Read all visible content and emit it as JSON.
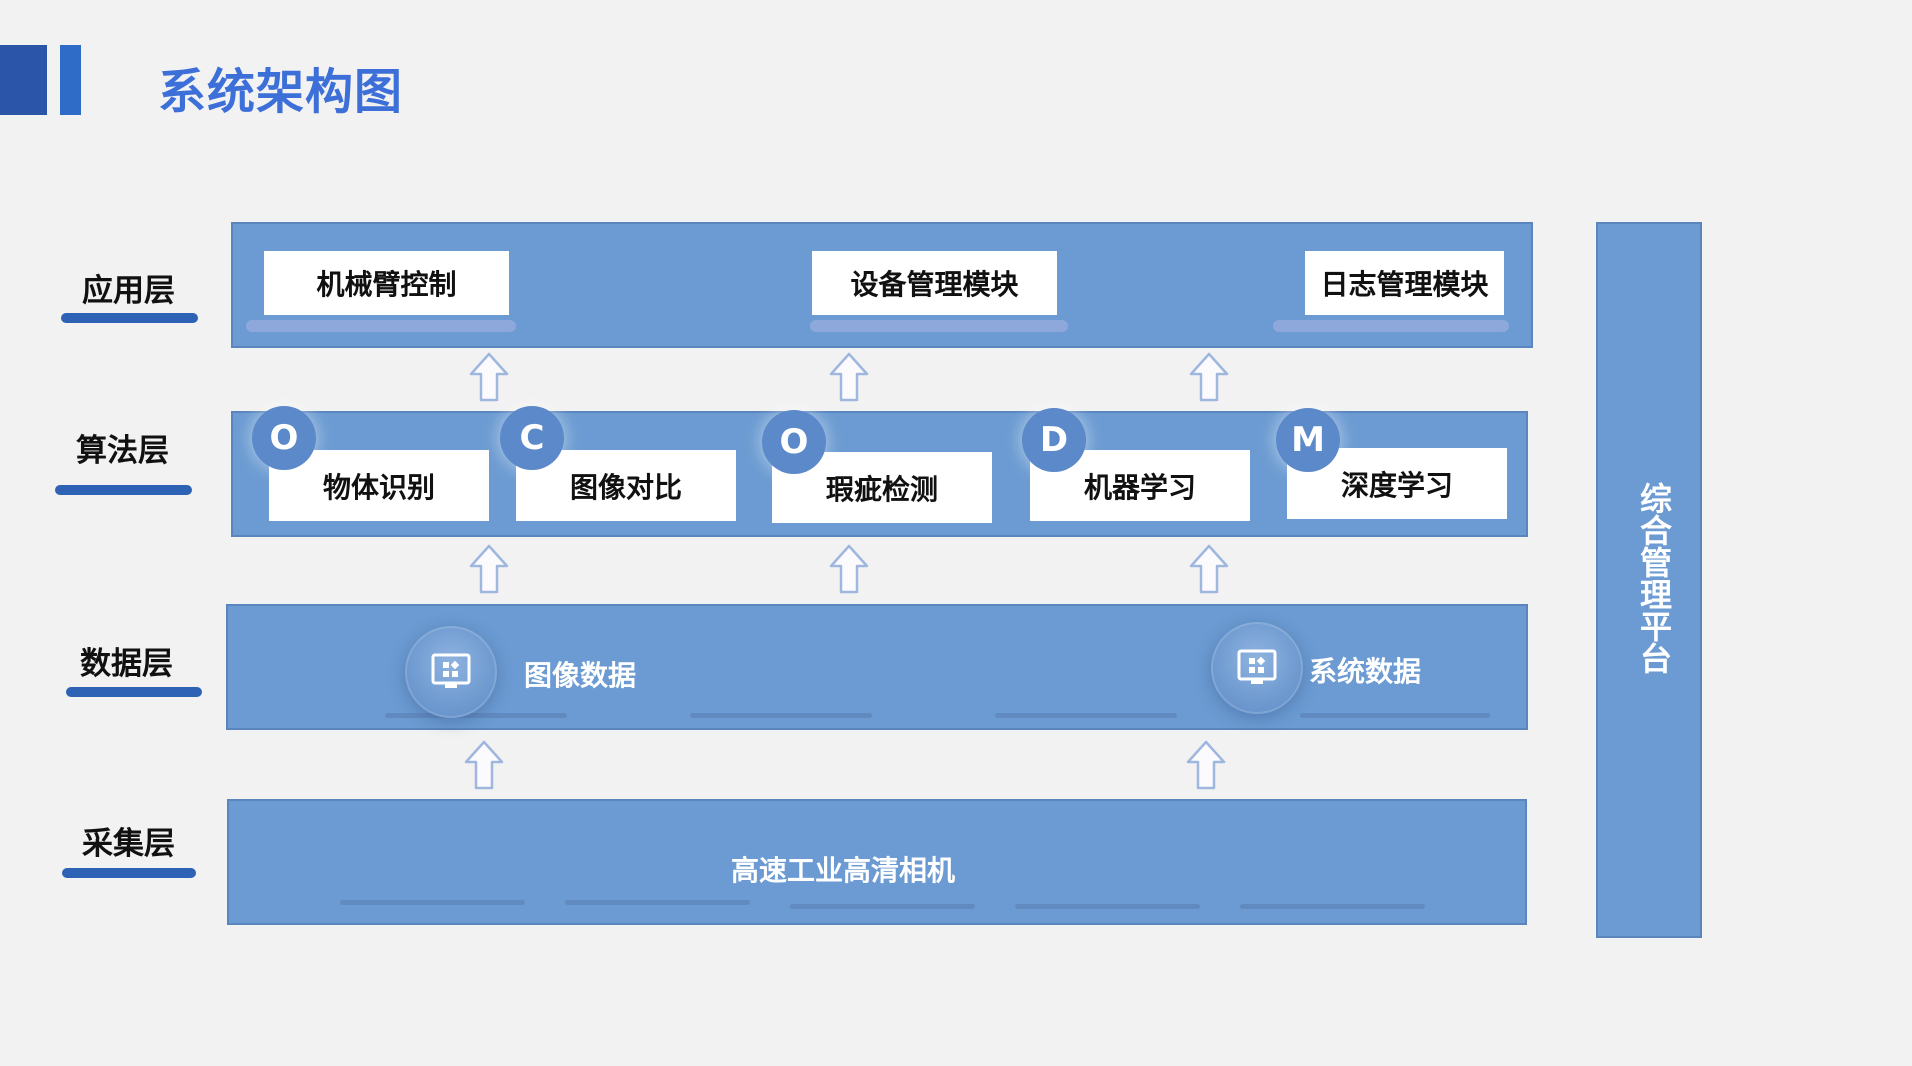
{
  "title": "系统架构图",
  "layers": {
    "app": "应用层",
    "algo": "算法层",
    "data": "数据层",
    "collect": "采集层"
  },
  "app_modules": [
    "机械臂控制",
    "设备管理模块",
    "日志管理模块"
  ],
  "algo_modules": [
    {
      "letter": "O",
      "label": "物体识别"
    },
    {
      "letter": "C",
      "label": "图像对比"
    },
    {
      "letter": "O",
      "label": "瑕疵检测"
    },
    {
      "letter": "D",
      "label": "机器学习"
    },
    {
      "letter": "M",
      "label": "深度学习"
    }
  ],
  "data_items": [
    {
      "label": "图像数据",
      "icon": "monitor-icon"
    },
    {
      "label": "系统数据",
      "icon": "monitor-icon"
    }
  ],
  "collect_label": "高速工业高清相机",
  "side_panel": "综合管理平台",
  "colors": {
    "panel": "#6b9bd2",
    "accent": "#2d62b5",
    "title": "#3d6fd8"
  }
}
